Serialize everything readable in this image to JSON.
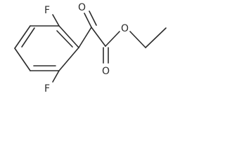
{
  "structure": {
    "atoms": {
      "fluorine_top": "F",
      "fluorine_bottom": "F",
      "ketone_oxygen": "O",
      "ester_carbonyl_oxygen": "O",
      "ester_ether_oxygen": "O"
    },
    "colors": {
      "ink": "#2b2b2b",
      "background": "#ffffff"
    }
  }
}
